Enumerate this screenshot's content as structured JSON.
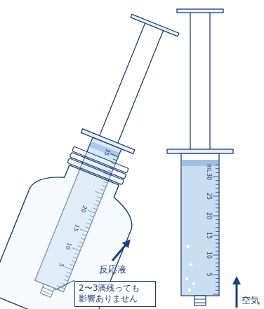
{
  "diagram": {
    "nodes": [
      {
        "text": [
          "2〜3滴残っても 影響ありません"
        ]
      }
    ],
    "labels": [
      "35",
      "20",
      "15",
      "10",
      "5",
      "反応液",
      "mL",
      "30",
      "25",
      "20",
      "15",
      "10",
      "5",
      "空気"
    ]
  }
}
